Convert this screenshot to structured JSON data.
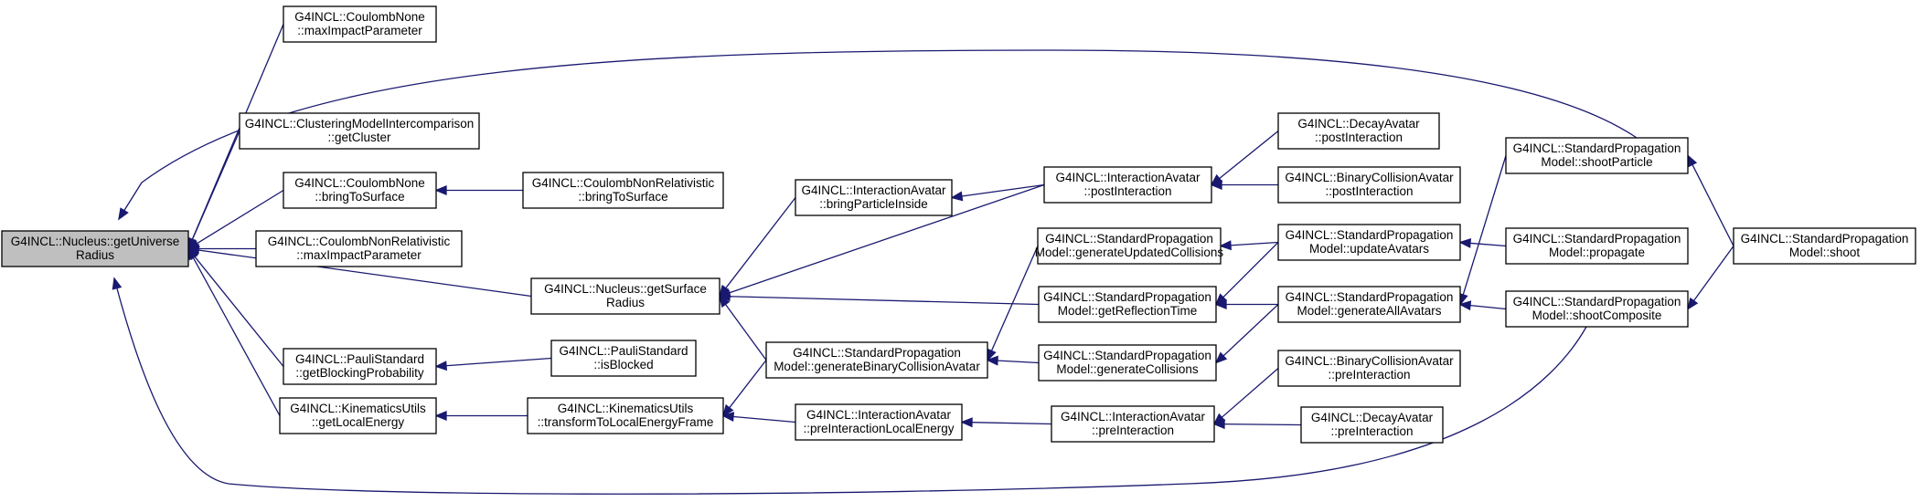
{
  "nodes": [
    {
      "id": "n0",
      "lines": [
        "G4INCL::Nucleus::getUniverse",
        "Radius"
      ],
      "focus": true
    },
    {
      "id": "n1",
      "lines": [
        "G4INCL::CoulombNone",
        "::maxImpactParameter"
      ]
    },
    {
      "id": "n2",
      "lines": [
        "G4INCL::ClusteringModelIntercomparison",
        "::getCluster"
      ]
    },
    {
      "id": "n3",
      "lines": [
        "G4INCL::CoulombNone",
        "::bringToSurface"
      ]
    },
    {
      "id": "n4",
      "lines": [
        "G4INCL::CoulombNonRelativistic",
        "::maxImpactParameter"
      ]
    },
    {
      "id": "n5",
      "lines": [
        "G4INCL::PauliStandard",
        "::getBlockingProbability"
      ]
    },
    {
      "id": "n6",
      "lines": [
        "G4INCL::KinematicsUtils",
        "::getLocalEnergy"
      ]
    },
    {
      "id": "n7",
      "lines": [
        "G4INCL::CoulombNonRelativistic",
        "::bringToSurface"
      ]
    },
    {
      "id": "n8",
      "lines": [
        "G4INCL::Nucleus::getSurface",
        "Radius"
      ]
    },
    {
      "id": "n9",
      "lines": [
        "G4INCL::PauliStandard",
        "::isBlocked"
      ]
    },
    {
      "id": "n10",
      "lines": [
        "G4INCL::KinematicsUtils",
        "::transformToLocalEnergyFrame"
      ]
    },
    {
      "id": "n11",
      "lines": [
        "G4INCL::InteractionAvatar",
        "::bringParticleInside"
      ]
    },
    {
      "id": "n12",
      "lines": [
        "G4INCL::StandardPropagation",
        "Model::generateBinaryCollisionAvatar"
      ]
    },
    {
      "id": "n13",
      "lines": [
        "G4INCL::InteractionAvatar",
        "::preInteractionLocalEnergy"
      ]
    },
    {
      "id": "n14",
      "lines": [
        "G4INCL::InteractionAvatar",
        "::postInteraction"
      ]
    },
    {
      "id": "n15",
      "lines": [
        "G4INCL::StandardPropagation",
        "Model::generateUpdatedCollisions"
      ]
    },
    {
      "id": "n16",
      "lines": [
        "G4INCL::StandardPropagation",
        "Model::getReflectionTime"
      ]
    },
    {
      "id": "n17",
      "lines": [
        "G4INCL::StandardPropagation",
        "Model::generateCollisions"
      ]
    },
    {
      "id": "n18",
      "lines": [
        "G4INCL::InteractionAvatar",
        "::preInteraction"
      ]
    },
    {
      "id": "n19",
      "lines": [
        "G4INCL::DecayAvatar",
        "::postInteraction"
      ]
    },
    {
      "id": "n20",
      "lines": [
        "G4INCL::BinaryCollisionAvatar",
        "::postInteraction"
      ]
    },
    {
      "id": "n21",
      "lines": [
        "G4INCL::StandardPropagation",
        "Model::updateAvatars"
      ]
    },
    {
      "id": "n22",
      "lines": [
        "G4INCL::StandardPropagation",
        "Model::generateAllAvatars"
      ]
    },
    {
      "id": "n23",
      "lines": [
        "G4INCL::BinaryCollisionAvatar",
        "::preInteraction"
      ]
    },
    {
      "id": "n24",
      "lines": [
        "G4INCL::DecayAvatar",
        "::preInteraction"
      ]
    },
    {
      "id": "n25",
      "lines": [
        "G4INCL::StandardPropagation",
        "Model::shootParticle"
      ]
    },
    {
      "id": "n26",
      "lines": [
        "G4INCL::StandardPropagation",
        "Model::propagate"
      ]
    },
    {
      "id": "n27",
      "lines": [
        "G4INCL::StandardPropagation",
        "Model::shootComposite"
      ]
    },
    {
      "id": "n28",
      "lines": [
        "G4INCL::StandardPropagation",
        "Model::shoot"
      ]
    }
  ],
  "edges": [
    {
      "from": "n1",
      "to": "n0"
    },
    {
      "from": "n2",
      "to": "n0"
    },
    {
      "from": "n3",
      "to": "n0"
    },
    {
      "from": "n4",
      "to": "n0"
    },
    {
      "from": "n5",
      "to": "n0"
    },
    {
      "from": "n6",
      "to": "n0"
    },
    {
      "from": "n8",
      "to": "n0"
    },
    {
      "from": "n25",
      "to": "n0"
    },
    {
      "from": "n27",
      "to": "n0"
    },
    {
      "from": "n7",
      "to": "n3"
    },
    {
      "from": "n9",
      "to": "n5"
    },
    {
      "from": "n10",
      "to": "n6"
    },
    {
      "from": "n11",
      "to": "n8"
    },
    {
      "from": "n14",
      "to": "n8"
    },
    {
      "from": "n16",
      "to": "n8"
    },
    {
      "from": "n12",
      "to": "n8"
    },
    {
      "from": "n12",
      "to": "n10"
    },
    {
      "from": "n13",
      "to": "n10"
    },
    {
      "from": "n14",
      "to": "n11"
    },
    {
      "from": "n15",
      "to": "n12"
    },
    {
      "from": "n17",
      "to": "n12"
    },
    {
      "from": "n18",
      "to": "n13"
    },
    {
      "from": "n19",
      "to": "n14"
    },
    {
      "from": "n20",
      "to": "n14"
    },
    {
      "from": "n21",
      "to": "n15"
    },
    {
      "from": "n21",
      "to": "n16"
    },
    {
      "from": "n22",
      "to": "n16"
    },
    {
      "from": "n22",
      "to": "n17"
    },
    {
      "from": "n23",
      "to": "n18"
    },
    {
      "from": "n24",
      "to": "n18"
    },
    {
      "from": "n26",
      "to": "n21"
    },
    {
      "from": "n25",
      "to": "n22"
    },
    {
      "from": "n27",
      "to": "n22"
    },
    {
      "from": "n28",
      "to": "n25"
    },
    {
      "from": "n28",
      "to": "n27"
    }
  ]
}
